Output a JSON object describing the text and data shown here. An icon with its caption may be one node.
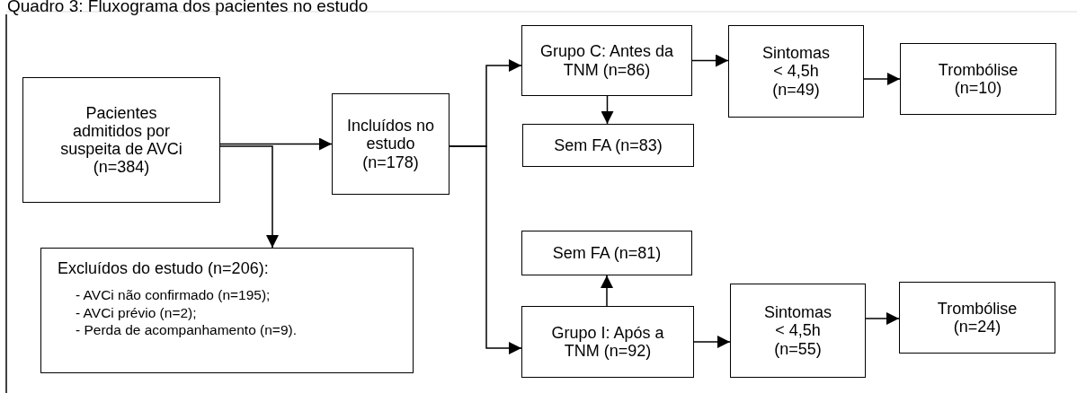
{
  "diagram": {
    "title": "Quadro 3: Fluxograma dos pacientes no estudo",
    "nodes": [
      {
        "text": [
          "Pacientes admitidos por suspeita de AVCi (n=384)"
        ]
      },
      {
        "text": [
          "Incluídos no estudo (n=178)"
        ]
      },
      {
        "text": [
          "Excluídos do estudo (n=206):",
          "- AVCi não confirmado (n=195);",
          "- AVCi prévio (n=2);",
          "- Perda de acompanhamento (n=9)."
        ]
      },
      {
        "text": [
          "Grupo C: Antes da TNM (n=86)"
        ]
      },
      {
        "text": [
          "Sem FA (n=83)"
        ]
      },
      {
        "text": [
          "Sintomas < 4,5h (n=49)"
        ]
      },
      {
        "text": [
          "Trombólise (n=10)"
        ]
      },
      {
        "text": [
          "Sem FA (n=81)"
        ]
      },
      {
        "text": [
          "Grupo I: Após a TNM (n=92)"
        ]
      },
      {
        "text": [
          "Sintomas < 4,5h (n=55)"
        ]
      },
      {
        "text": [
          "Trombólise (n=24)"
        ]
      }
    ],
    "edges": [
      {
        "from": 0,
        "to": 1,
        "arrow": "to"
      },
      {
        "from": 0,
        "to": 2,
        "arrow": "to"
      },
      {
        "from": 1,
        "to": 3,
        "arrow": "to"
      },
      {
        "from": 1,
        "to": 8,
        "arrow": "to"
      },
      {
        "from": 3,
        "to": 4,
        "arrow": "to"
      },
      {
        "from": 3,
        "to": 5,
        "arrow": "to"
      },
      {
        "from": 5,
        "to": 6,
        "arrow": "to"
      },
      {
        "from": 8,
        "to": 7,
        "arrow": "to"
      },
      {
        "from": 8,
        "to": 9,
        "arrow": "to"
      },
      {
        "from": 9,
        "to": 10,
        "arrow": "to"
      }
    ]
  }
}
